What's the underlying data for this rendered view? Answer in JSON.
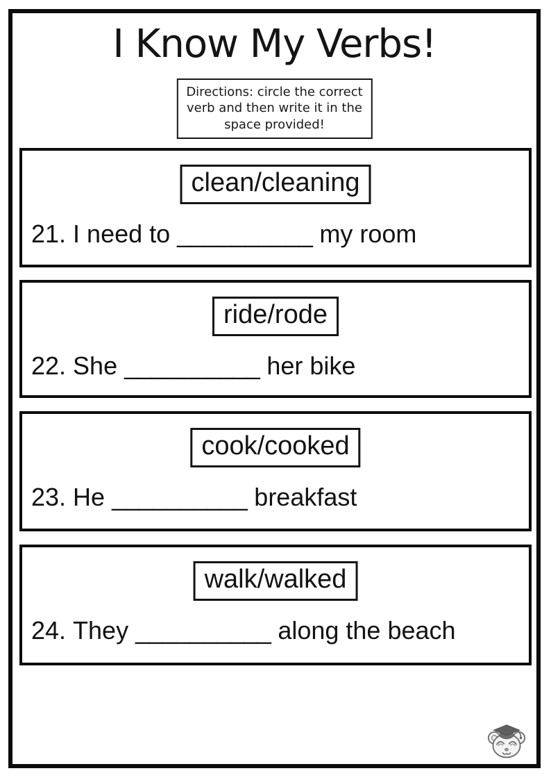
{
  "page": {
    "title": "I Know My Verbs!"
  },
  "directions": {
    "lines": [
      "Directions: circle the correct",
      "verb and then write it in the",
      "space provided!"
    ]
  },
  "exercises": [
    {
      "verb_choices": "clean/cleaning",
      "number": "21.",
      "before": "I need to",
      "blank": "__________",
      "after": "my room"
    },
    {
      "verb_choices": "ride/rode",
      "number": "22.",
      "before": "She",
      "blank": "__________",
      "after": "her bike"
    },
    {
      "verb_choices": "cook/cooked",
      "number": "23.",
      "before": "He",
      "blank": "__________",
      "after": "breakfast"
    },
    {
      "verb_choices": "walk/walked",
      "number": "24.",
      "before": "They",
      "blank": "__________",
      "after": "along the beach"
    }
  ],
  "mascot": {
    "icon": "graduate-bear-icon"
  },
  "colors": {
    "ink": "#121212",
    "border": "#0c0c0c",
    "mascot_gray": "#6e6e6e",
    "mascot_fill": "#f4f4f4",
    "cap_dark": "#5f5f5f"
  }
}
